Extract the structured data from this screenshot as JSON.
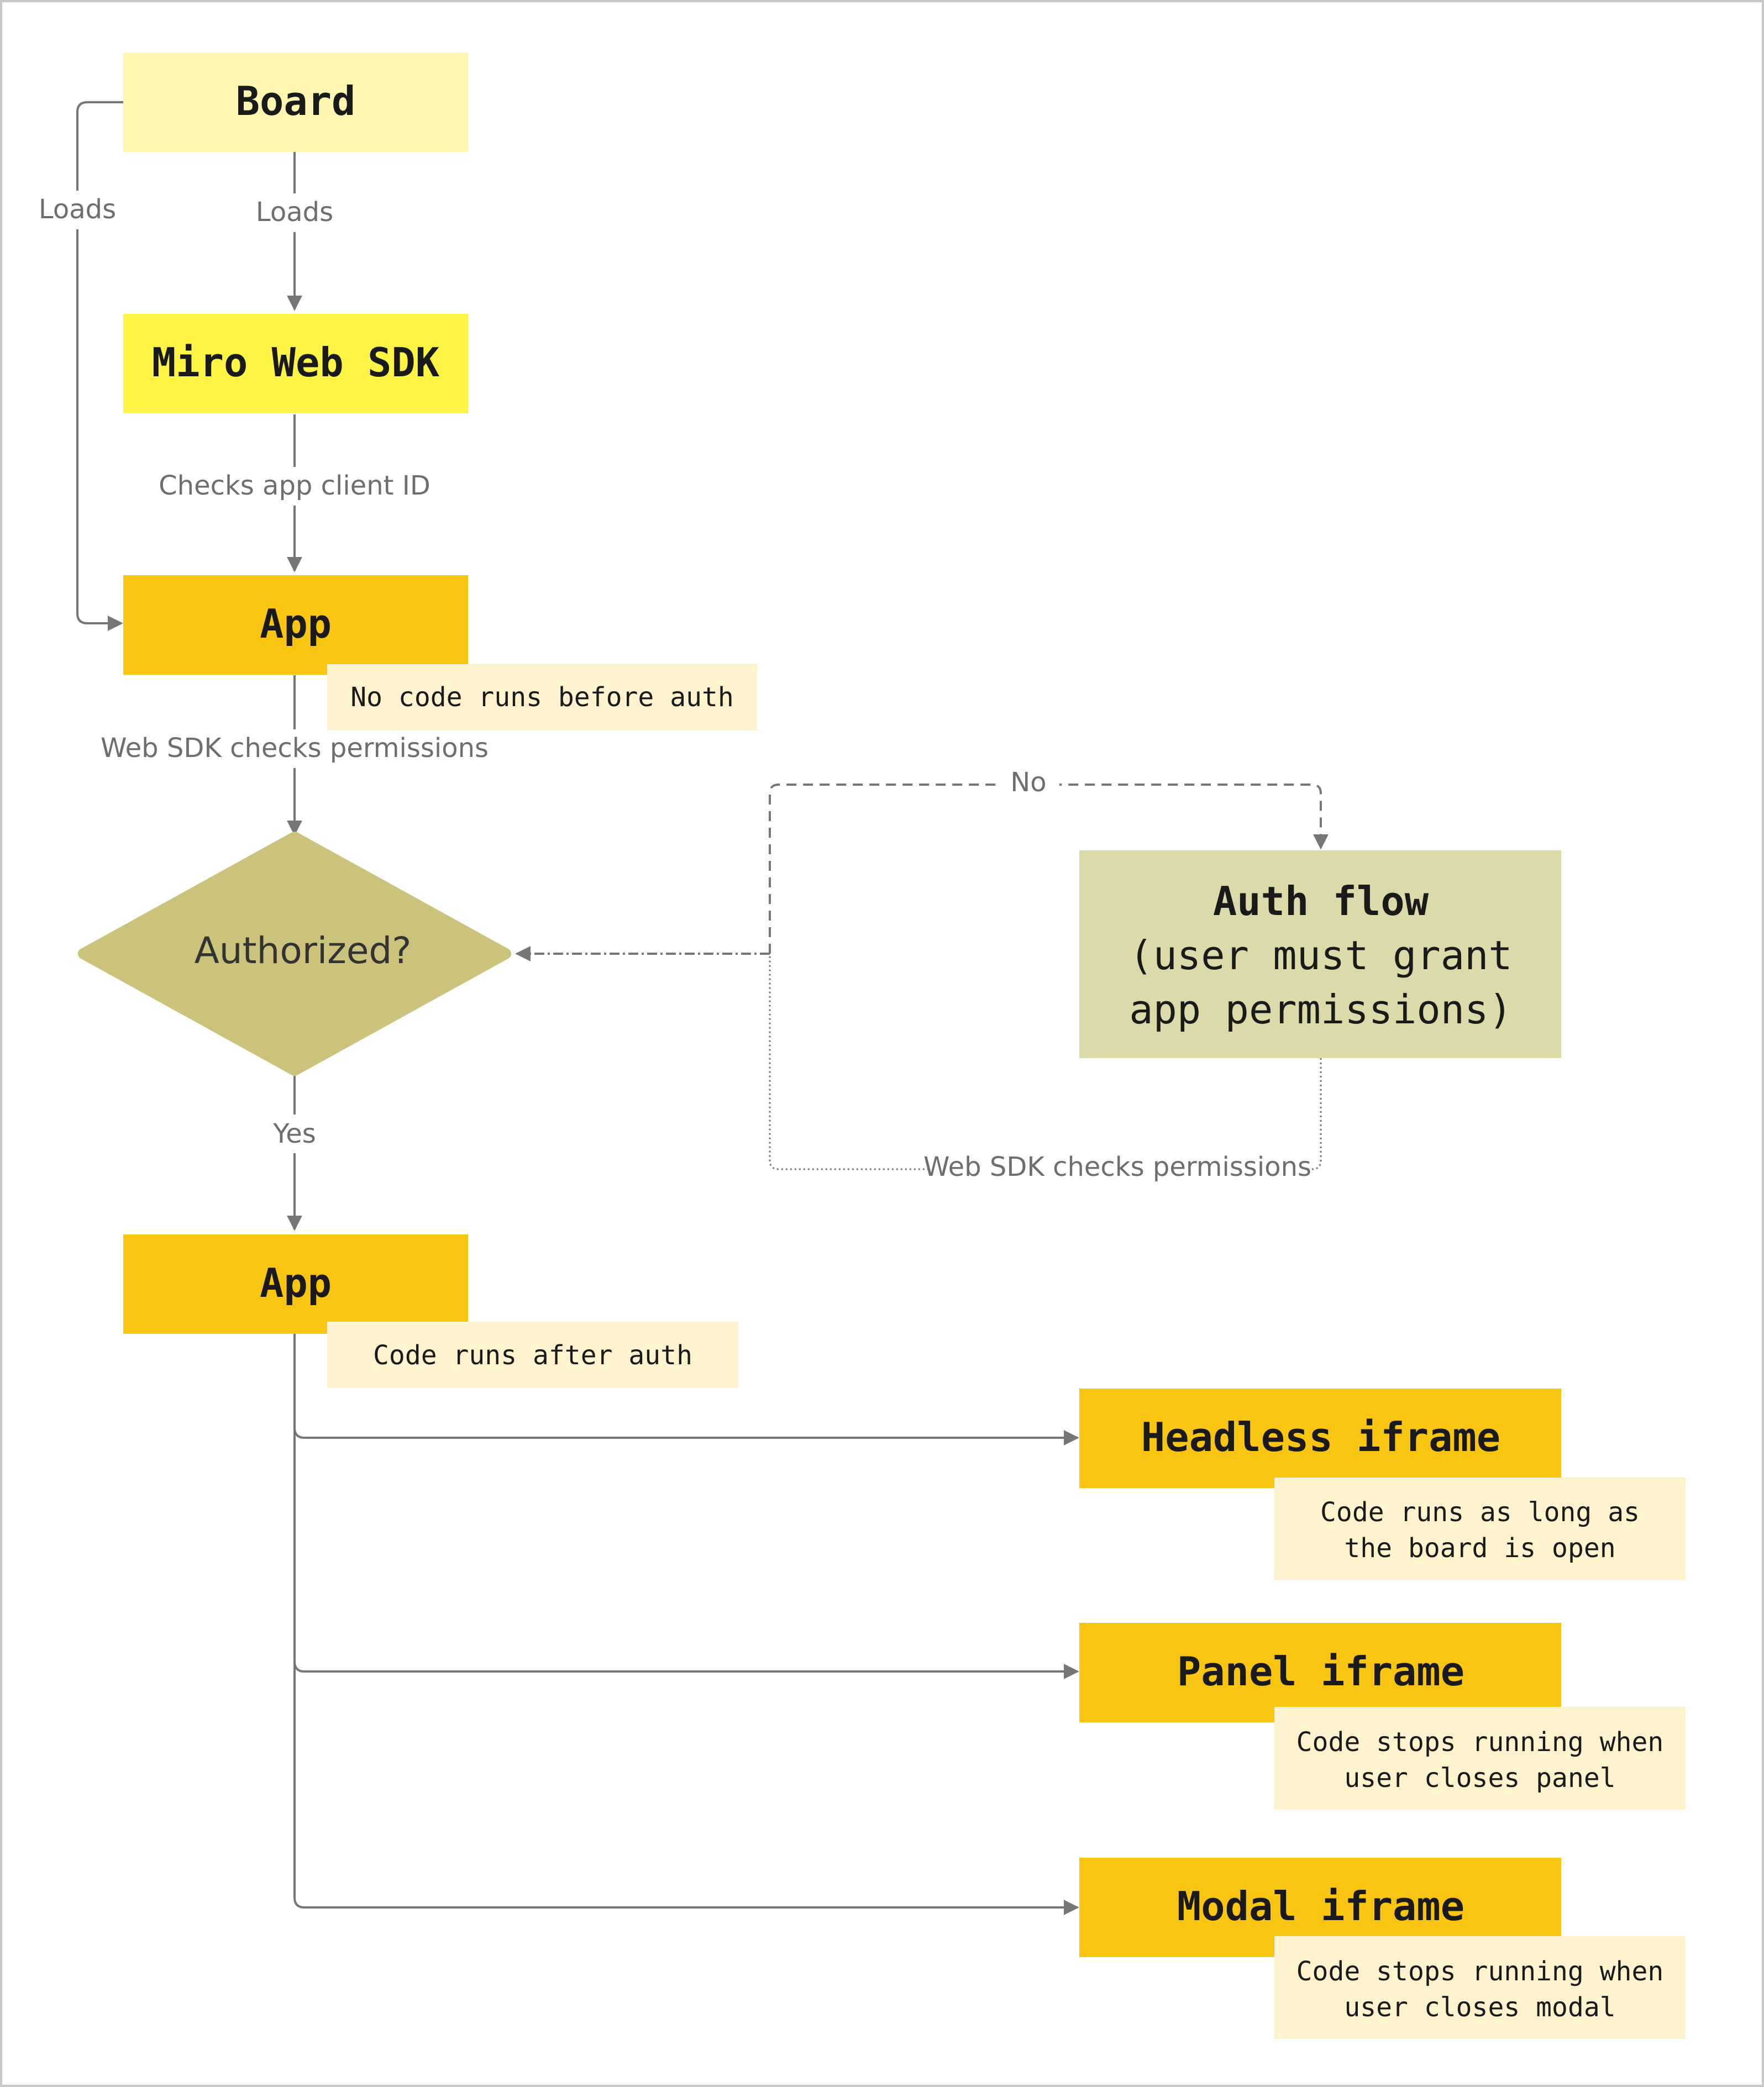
{
  "colors": {
    "board": "#fef6b1",
    "sdk": "#fef445",
    "app": "#f8c513",
    "decision": "#cbc37c",
    "auth": "#dcd9aa",
    "note": "#fff3cf",
    "line": "#767676"
  },
  "nodes": {
    "board": "Board",
    "sdk": "Miro Web SDK",
    "app1": "App",
    "decision": "Authorized?",
    "auth": [
      "Auth flow",
      "(user must grant",
      "app permissions)"
    ],
    "app2": "App",
    "headless": "Headless iframe",
    "panel": "Panel iframe",
    "modal": "Modal iframe"
  },
  "notes": {
    "app1": "No code runs before auth",
    "app2": "Code runs after auth",
    "headless": [
      "Code runs as long as",
      "the board is open"
    ],
    "panel": [
      "Code stops running when",
      "user closes panel"
    ],
    "modal": [
      "Code stops running when",
      "user closes modal"
    ]
  },
  "edges": {
    "loads_left": "Loads",
    "loads_center": "Loads",
    "checks_client_id": "Checks app client ID",
    "checks_permissions": "Web SDK checks permissions",
    "no": "No",
    "yes": "Yes",
    "recheck_permissions": "Web SDK checks permissions"
  }
}
